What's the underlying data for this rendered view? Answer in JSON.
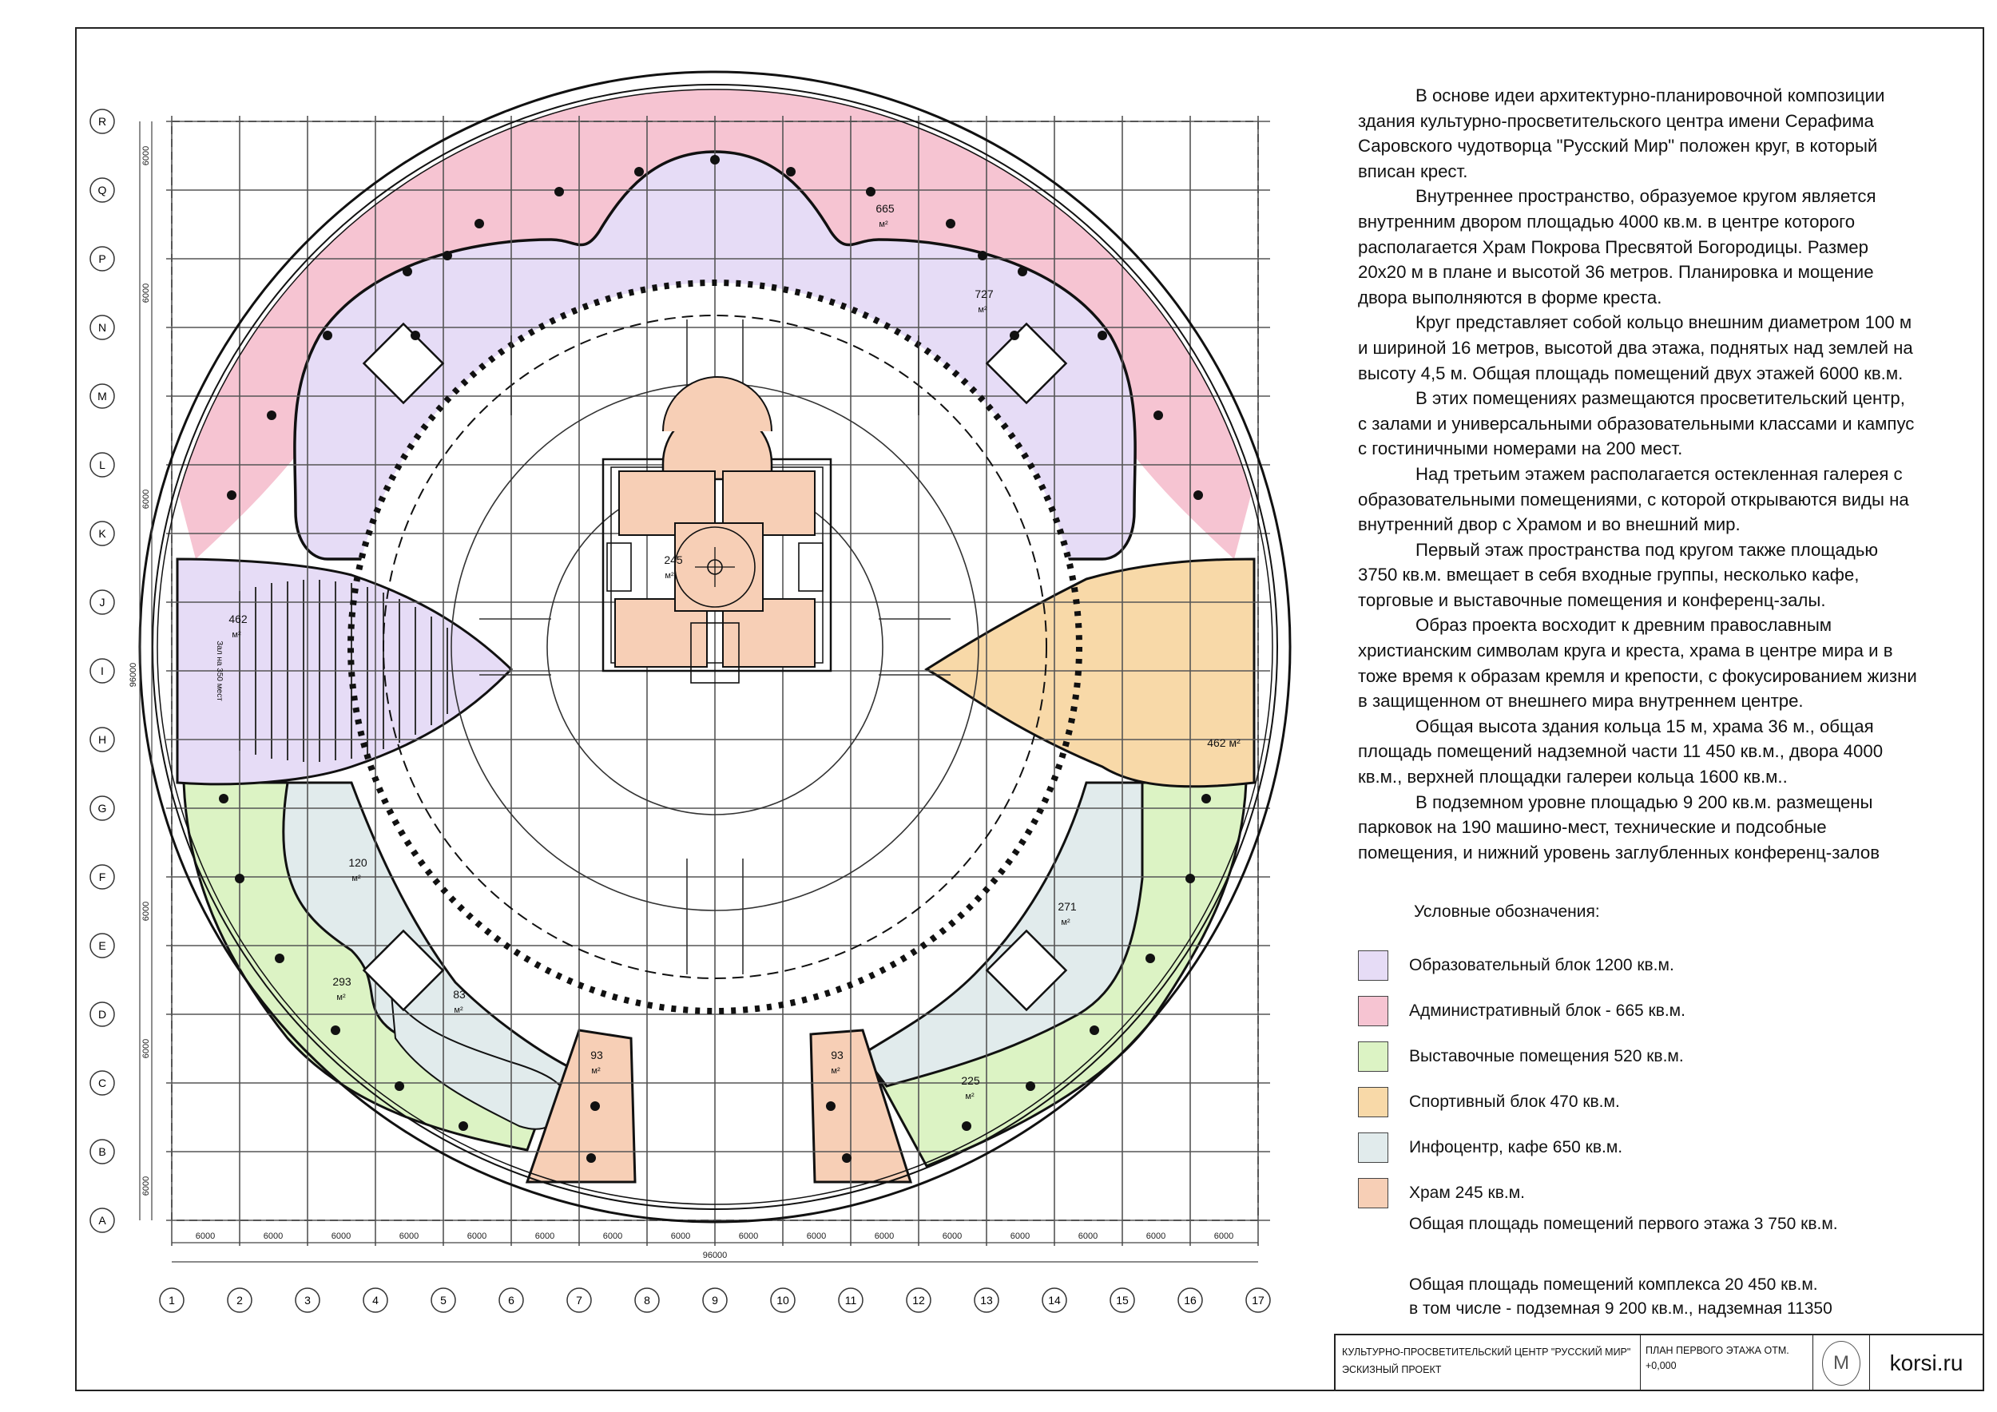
{
  "axis_rows": [
    "A",
    "B",
    "C",
    "D",
    "E",
    "F",
    "G",
    "H",
    "I",
    "J",
    "K",
    "L",
    "M",
    "N",
    "P",
    "Q",
    "R"
  ],
  "axis_cols": [
    "1",
    "2",
    "3",
    "4",
    "5",
    "6",
    "7",
    "8",
    "9",
    "10",
    "11",
    "12",
    "13",
    "14",
    "15",
    "16",
    "17"
  ],
  "dimensions": {
    "span": "6000",
    "total": "96000"
  },
  "rooms": [
    {
      "id": "admin",
      "area": "665",
      "unit": "м²"
    },
    {
      "id": "edu",
      "area": "727",
      "unit": "м²"
    },
    {
      "id": "hall",
      "area": "462",
      "unit": "м²"
    },
    {
      "id": "temple",
      "area": "245",
      "unit": "м²"
    },
    {
      "id": "sport",
      "area": "462 м²",
      "unit": ""
    },
    {
      "id": "info-left",
      "area": "120",
      "unit": "м²"
    },
    {
      "id": "info-right",
      "area": "271",
      "unit": "м²"
    },
    {
      "id": "exh-left",
      "area": "293",
      "unit": "м²"
    },
    {
      "id": "cafe",
      "area": "83",
      "unit": "м²"
    },
    {
      "id": "chapel-left",
      "area": "93",
      "unit": "м²"
    },
    {
      "id": "chapel-right",
      "area": "93",
      "unit": "м²"
    },
    {
      "id": "exh-right",
      "area": "225",
      "unit": "м²"
    }
  ],
  "hall_caption": "Зал на 350 мест",
  "description": [
    "В основе идеи архитектурно-планировочной композиции здания культурно-просветительского центра имени Серафима Саровского чудотворца \"Русский Мир\" положен круг, в который вписан крест.",
    "Внутреннее пространство, образуемое кругом  является внутренним двором площадью 4000 кв.м. в центре которого располагается Храм Покрова Пресвятой Богородицы. Размер 20х20 м в плане и высотой 36 метров. Планировка и мощение двора выполняются в форме креста.",
    "Круг представляет собой кольцо внешним диаметром 100 м и шириной 16 метров, высотой два этажа, поднятых над землей на высоту 4,5 м. Общая площадь помещений двух этажей 6000 кв.м.",
    "В этих помещениях размещаются просветительский центр, с залами и универсальными образовательными классами и кампус с гостиничными номерами на 200 мест.",
    "Над третьим этажем располагается остекленная галерея с образовательными помещениями, с которой открываются виды на внутренний двор с Храмом и во внешний мир.",
    "Первый этаж пространства под кругом также площадью 3750 кв.м. вмещает в себя входные группы, несколько кафе, торговые и выставочные помещения и конференц-залы.",
    "Образ проекта восходит к древним православным христианским символам круга и креста, храма в центре мира и в тоже время к образам кремля и крепости, с фокусированием жизни в защищенном от внешнего мира внутреннем центре.",
    "Общая высота здания кольца 15 м, храма 36 м., общая площадь помещений надземной части 11 450 кв.м., двора 4000 кв.м., верхней площадки галереи кольца 1600 кв.м..",
    "В подземном уровне площадью 9 200 кв.м. размещены парковок на 190 машино-мест, технические и подсобные помещения, и нижний уровень заглубленных конференц-залов"
  ],
  "legend": {
    "heading": "Условные обозначения:",
    "items": [
      {
        "label": "Образовательный блок   1200  кв.м.",
        "color": "#e6dcf6"
      },
      {
        "label": "Административный блок  - 665 кв.м.",
        "color": "#f6c4d2"
      },
      {
        "label": "Выставочные помещения  520  кв.м.",
        "color": "#dcf3c4"
      },
      {
        "label": "Спортивный блок   470  кв.м.",
        "color": "#f8d9a8"
      },
      {
        "label": "Инфоцентр, кафе  650  кв.м.",
        "color": "#e1ebec"
      },
      {
        "label": "Храм  245  кв.м.",
        "color": "#f7cfb6"
      }
    ]
  },
  "totals": {
    "first_floor": "Общая площадь помещений первого этажа 3 750 кв.м.",
    "complex": "Общая площадь помещений комплекса 20 450 кв.м.",
    "breakdown": "в том числе - подземная 9 200 кв.м., надземная 11350"
  },
  "title_block": {
    "project": "КУЛЬТУРНО-ПРОСВЕТИТЕЛЬСКИЙ ЦЕНТР \"РУССКИЙ МИР\"",
    "stage": "ЭСКИЗНЫЙ ПРОЕКТ",
    "sheet": "ПЛАН ПЕРВОГО ЭТАЖА ОТМ.",
    "level": "+0,000",
    "logo_letter": "M",
    "site": "korsi.ru"
  }
}
